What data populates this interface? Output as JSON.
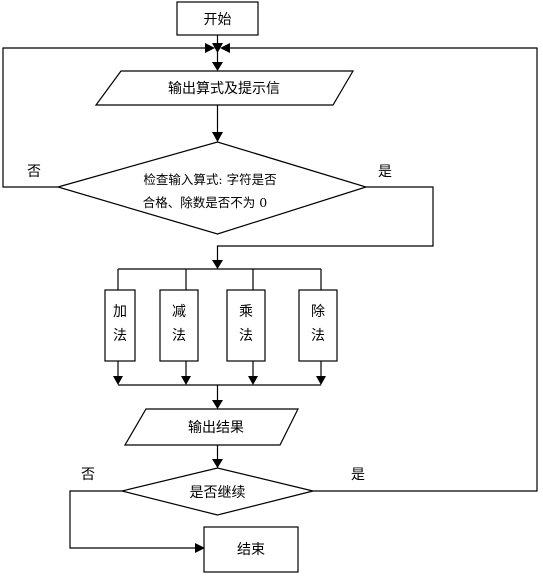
{
  "flowchart": {
    "start": "开始",
    "output_prompt": "输出算式及提示信",
    "check": {
      "line1": "检查输入算式: 字符是否",
      "line2": "合格、除数是否不为 0",
      "no_label": "否",
      "yes_label": "是"
    },
    "operations": [
      {
        "char1": "加",
        "char2": "法"
      },
      {
        "char1": "减",
        "char2": "法"
      },
      {
        "char1": "乘",
        "char2": "法"
      },
      {
        "char1": "除",
        "char2": "法"
      }
    ],
    "output_result": "输出结果",
    "continue": {
      "label": "是否继续",
      "no_label": "否",
      "yes_label": "是"
    },
    "end": "结束"
  }
}
